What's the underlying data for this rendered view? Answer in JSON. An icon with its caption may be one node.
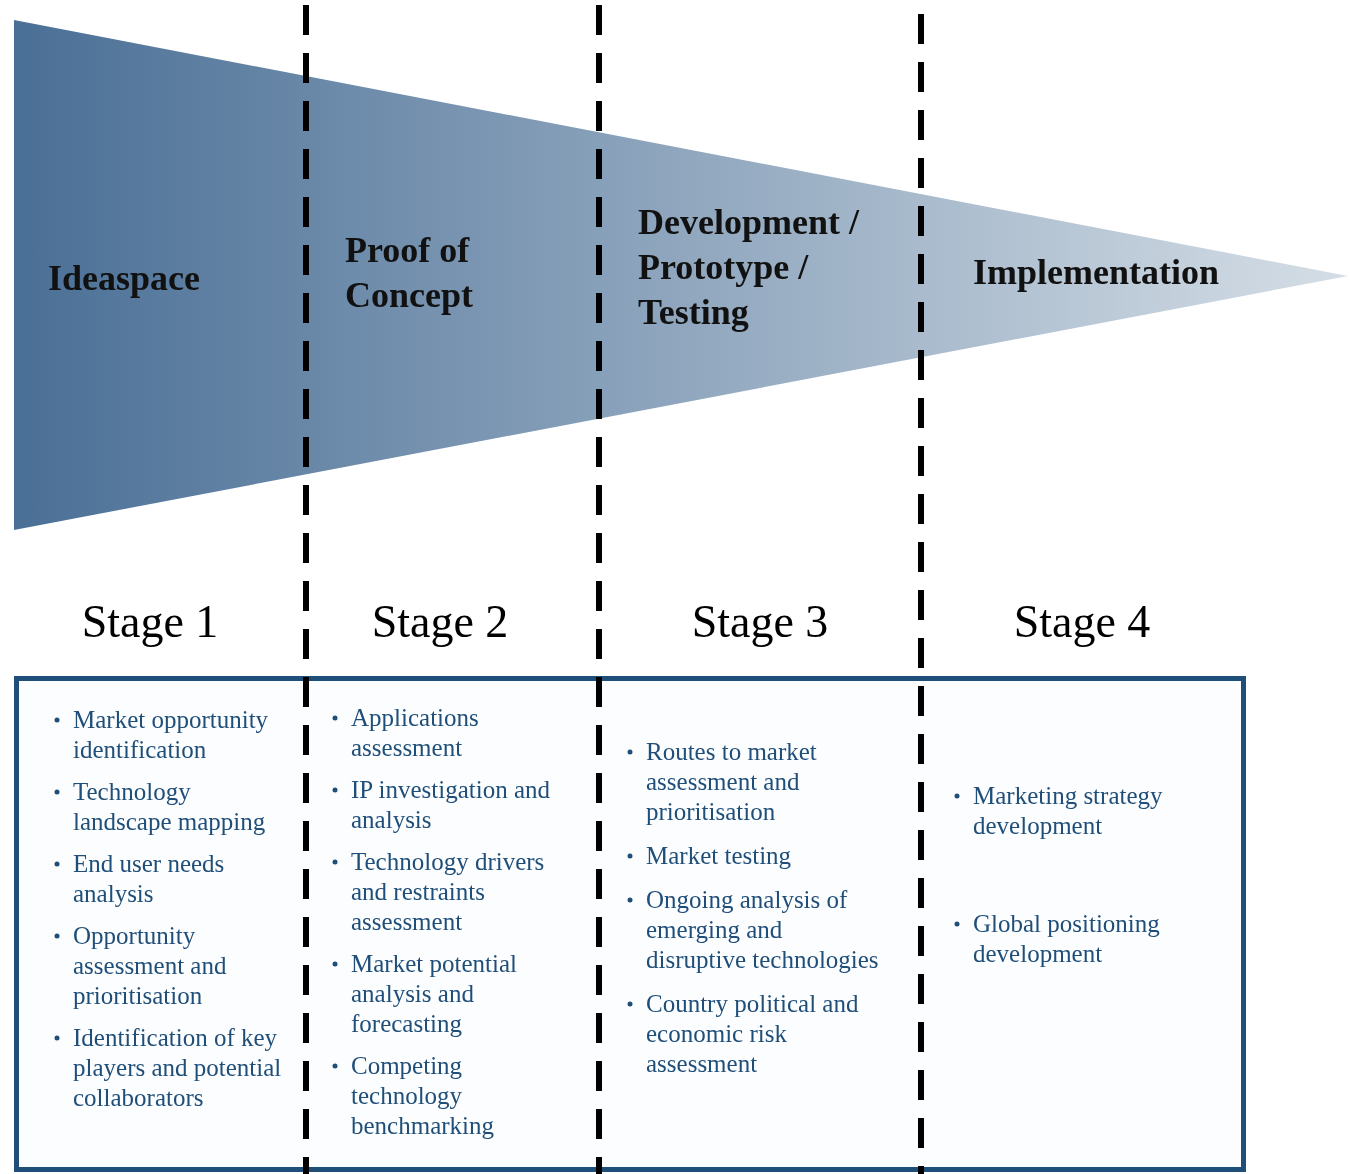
{
  "diagram": {
    "nodes": [
      {
        "text": [
          "Ideaspace",
          "Proof of Concept",
          "Development / Prototype / Testing",
          "Implementation"
        ]
      },
      {
        "text": [
          "Market opportunity identification",
          "Technology landscape mapping",
          "End user needs analysis",
          "Opportunity assessment and prioritisation",
          "Identification of key players and potential collaborators",
          "Applications assessment",
          "IP investigation and analysis",
          "Technology drivers and restraints assessment",
          "Market potential analysis and forecasting",
          "Competing technology benchmarking",
          "Routes to market assessment and prioritisation",
          "Market testing",
          "Ongoing analysis of emerging and disruptive technologies",
          "Country political and economic risk assessment",
          "Marketing strategy development",
          "Global positioning development"
        ]
      }
    ],
    "labels": [
      "Stage 1",
      "Stage 2",
      "Stage 3",
      "Stage 4"
    ]
  }
}
